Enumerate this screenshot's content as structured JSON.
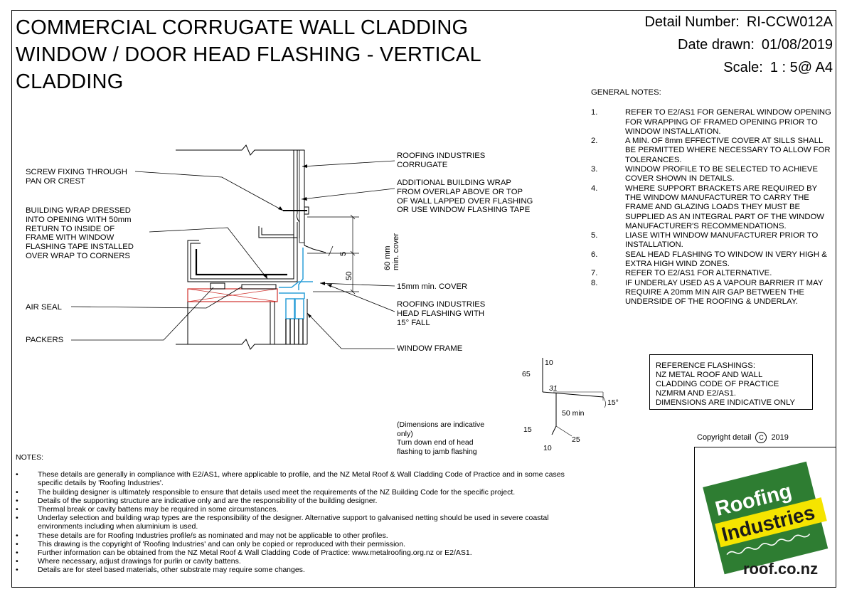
{
  "title": {
    "line1": "COMMERCIAL CORRUGATE WALL CLADDING",
    "line2": "WINDOW / DOOR HEAD FLASHING - VERTICAL",
    "line3": "CLADDING"
  },
  "meta": {
    "detail_label": "Detail Number:",
    "detail_value": "RI-CCW012A",
    "date_label": "Date drawn:",
    "date_value": "01/08/2019",
    "scale_label": "Scale:",
    "scale_value": "1 : 5@ A4"
  },
  "general_notes": {
    "heading": "GENERAL NOTES:",
    "items": [
      {
        "num": "1.",
        "text": "REFER TO E2/AS1 FOR GENERAL WINDOW OPENING FOR WRAPPING OF FRAMED OPENING PRIOR TO WINDOW INSTALLATION."
      },
      {
        "num": "2.",
        "text": "A MIN. OF 8mm EFFECTIVE COVER AT SILLS SHALL BE PERMITTED WHERE NECESSARY TO ALLOW FOR TOLERANCES."
      },
      {
        "num": "3.",
        "text": "WINDOW PROFILE TO BE SELECTED TO ACHIEVE COVER SHOWN IN DETAILS."
      },
      {
        "num": "4.",
        "text": "WHERE SUPPORT BRACKETS ARE REQUIRED BY THE WINDOW MANUFACTURER TO CARRY THE FRAME AND GLAZING LOADS THEY MUST BE SUPPLIED AS AN INTEGRAL PART OF THE WINDOW MANUFACTURER'S RECOMMENDATIONS."
      },
      {
        "num": "5.",
        "text": "LIASE WITH WINDOW MANUFACTURER PRIOR TO INSTALLATION."
      },
      {
        "num": "6.",
        "text": "SEAL HEAD FLASHING TO WINDOW IN VERY HIGH & EXTRA HIGH WIND ZONES."
      },
      {
        "num": "7.",
        "text": "REFER TO E2/AS1 FOR ALTERNATIVE."
      },
      {
        "num": "8.",
        "text": "IF UNDERLAY USED AS A VAPOUR BARRIER IT MAY REQUIRE A 20mm MIN AIR GAP BETWEEN THE UNDERSIDE OF THE ROOFING & UNDERLAY."
      }
    ]
  },
  "labels": {
    "screw": "SCREW FIXING THROUGH\nPAN OR CREST",
    "wrap": "BUILDING WRAP DRESSED\nINTO OPENING WITH 50mm\nRETURN TO INSIDE OF\nFRAME WITH WINDOW\nFLASHING TAPE INSTALLED\nOVER WRAP TO CORNERS",
    "air_seal": "AIR SEAL",
    "packers": "PACKERS",
    "corrugate": "ROOFING INDUSTRIES\nCORRUGATE",
    "additional_wrap": "ADDITIONAL BUILDING WRAP\nFROM OVERLAP ABOVE OR TOP\nOF WALL LAPPED OVER FLASHING\nOR USE WINDOW FLASHING TAPE",
    "min_cover": "15mm min. COVER",
    "head_flashing": "ROOFING INDUSTRIES\nHEAD FLASHING WITH\n15° FALL",
    "window_frame": "WINDOW FRAME",
    "dim_5": "5",
    "dim_50": "50",
    "dim_60": "60 mm",
    "dim_min_cover": "min. cover"
  },
  "profile": {
    "d10_top": "10",
    "d65": "65",
    "d31": "31",
    "d15deg": "15°",
    "d50min": "50 min",
    "d15": "15",
    "d25": "25",
    "d10_bottom": "10",
    "note": "(Dimensions are indicative\nonly)\nTurn down end of head\nflashing to jamb flashing"
  },
  "reference": {
    "text": "REFERENCE FLASHINGS:\nNZ METAL ROOF AND WALL\nCLADDING CODE OF PRACTICE\nNZMRM AND E2/AS1.\nDIMENSIONS ARE INDICATIVE ONLY"
  },
  "copyright": {
    "label": "Copyright detail",
    "symbol": "C",
    "year": "2019"
  },
  "notes": {
    "heading": "NOTES:",
    "bullet": "•",
    "items": [
      "These details are generally in compliance with E2/AS1, where applicable to profile, and the NZ Metal Roof & Wall Cladding Code of Practice and in some cases specific details by 'Roofing Industries'.",
      "The building designer is ultimately responsible to ensure that details used meet the requirements of the NZ Building Code for the specific project.",
      "Details of the supporting structure are indicative only and are the responsibility of the building designer.",
      "Thermal break or cavity battens may be required in some circumstances.",
      "Underlay selection and building wrap types are the responsibility of the designer. Alternative support to galvanised netting should be used in severe coastal environments including when aluminium is used.",
      "These details are for Roofing Industries profile/s as nominated and may not be applicable to other profiles.",
      "This drawing is the copyright of 'Roofing Industries' and can only be copied or reproduced with their permission.",
      "Further information can be obtained from the NZ Metal Roof & Wall Cladding Code of Practice: www.metalroofing.org.nz or E2/AS1.",
      "Where necessary, adjust drawings for purlin or cavity battens.",
      "Details are for steel based materials, other substrate may require some changes."
    ]
  },
  "logo": {
    "word1": "Roofing",
    "word2": "Industries",
    "url": "roof.co.nz",
    "green": "#2e7d32",
    "yellow": "#f5e400"
  }
}
